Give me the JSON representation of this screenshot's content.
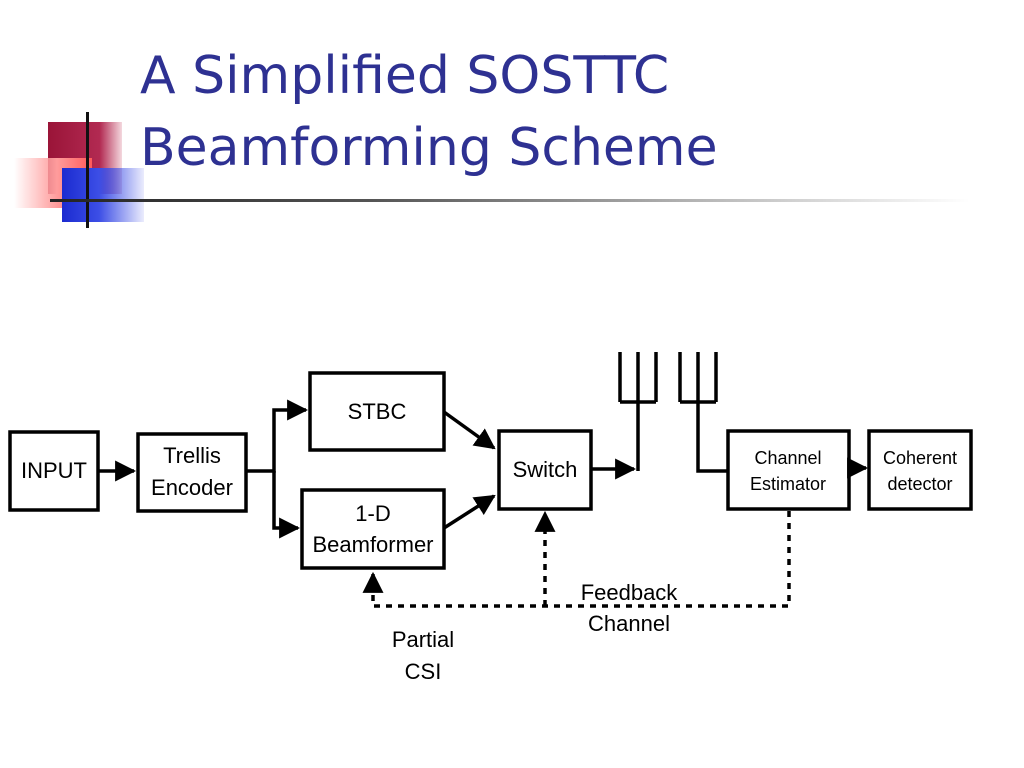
{
  "title": {
    "line1": "A Simplified SOSTTC",
    "line2": "Beamforming Scheme"
  },
  "colors": {
    "title": "#2e3192",
    "box_stroke": "#000000"
  },
  "blocks": {
    "input": "INPUT",
    "trellis_line1": "Trellis",
    "trellis_line2": "Encoder",
    "stbc": "STBC",
    "beamformer_line1": "1-D",
    "beamformer_line2": "Beamformer",
    "switch": "Switch",
    "estimator_line1": "Channel",
    "estimator_line2": "Estimator",
    "detector_line1": "Coherent",
    "detector_line2": "detector"
  },
  "labels": {
    "feedback_line1": "Feedback",
    "feedback_line2": "Channel",
    "csi_line1": "Partial",
    "csi_line2": "CSI"
  },
  "icons": {
    "tx_antenna": "antenna-array-icon",
    "rx_antenna": "antenna-array-icon"
  }
}
